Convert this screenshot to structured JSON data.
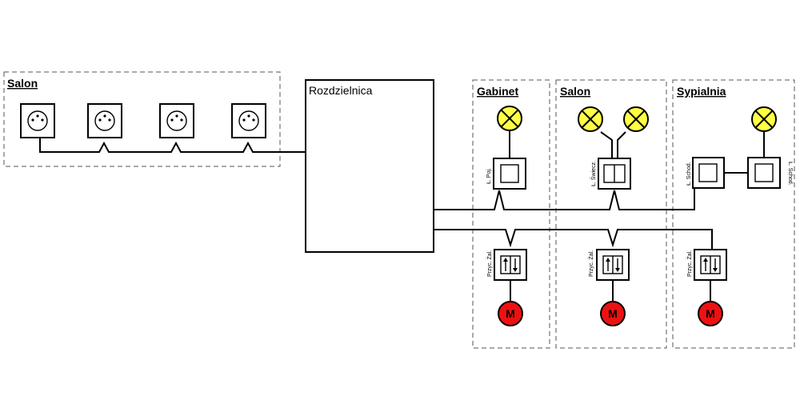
{
  "zones": {
    "salon_left": {
      "title": "Salon"
    },
    "gabinet": {
      "title": "Gabinet"
    },
    "salon_right": {
      "title": "Salon"
    },
    "sypialnia": {
      "title": "Sypialnia"
    }
  },
  "panel": {
    "label": "Rozdzielnica"
  },
  "devices": {
    "switch_gabinet": "Ł. Poj.",
    "switch_salon": "Ł. Świecz.",
    "switch_sypialnia_1": "Ł. Schod.",
    "switch_sypialnia_2": "Ł. Schod.",
    "blind_gabinet": "Przyc. Żal.",
    "blind_salon": "Przyc. Żal.",
    "blind_sypialnia": "Przyc. Żal.",
    "motor_symbol": "M"
  },
  "colors": {
    "lamp": "#ffff44",
    "motor": "#ee1111"
  }
}
